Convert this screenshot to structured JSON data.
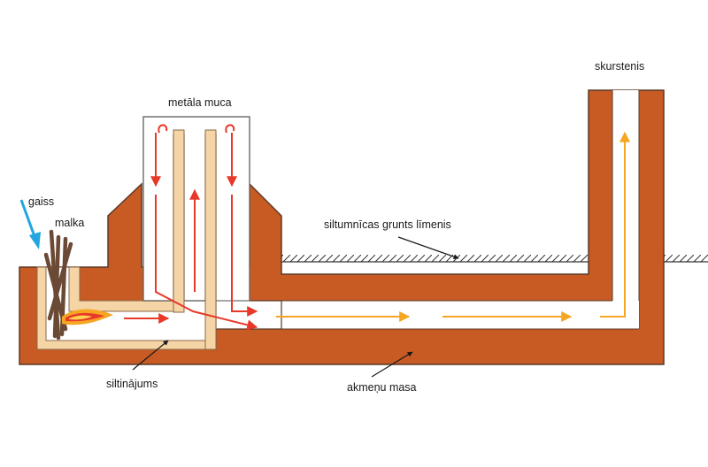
{
  "labels": {
    "air": "gaiss",
    "firewood": "malka",
    "metal_barrel": "metāla muca",
    "chimney": "skurstenis",
    "ground_level": "siltumnīcas grunts līmenis",
    "insulation": "siltinājums",
    "stone_mass": "akmeņu masa"
  },
  "colors": {
    "mass": "#c85a24",
    "mass_stroke": "#5a3a28",
    "insulation": "#f5d4a6",
    "channel": "#ffffff",
    "barrel": "#ffffff",
    "hot_flow": "#e8382a",
    "warm_flow": "#f5a623",
    "air_flow": "#22a6e0",
    "wood": "#6b4a35",
    "ground": "#333333"
  }
}
